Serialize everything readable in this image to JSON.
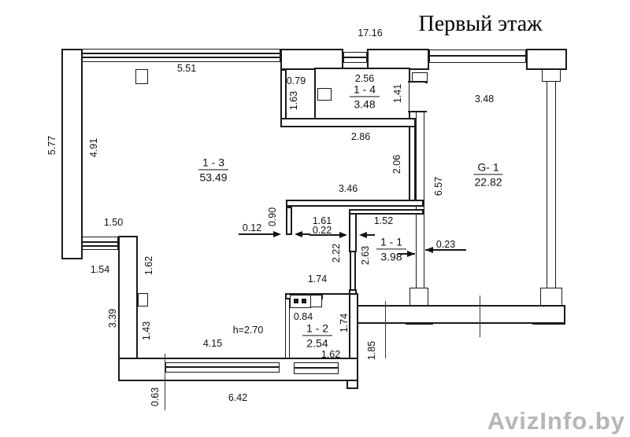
{
  "title": "Первый этаж",
  "watermark": "AvizInfo.by",
  "colors": {
    "line": "#1a1a1a",
    "watermark_gray": "#b6b6b6"
  },
  "rooms": {
    "r13": {
      "name": "1 - 3",
      "area": "53.49"
    },
    "r14": {
      "name": "1 - 4",
      "area": "3.48"
    },
    "r11": {
      "name": "1 - 1",
      "area": "3.98"
    },
    "r12": {
      "name": "1 - 2",
      "area": "2.54"
    },
    "g1": {
      "name": "G- 1",
      "area": "22.82"
    }
  },
  "dims": {
    "total_width": "17.16",
    "top_left_window": "5.51",
    "left_outer": "5.77",
    "left_inner": "4.91",
    "niche_width": "0.79",
    "niche_height": "1.63",
    "room14_width": "2.56",
    "door14": "1.41",
    "below14": "2.86",
    "g1_top": "3.48",
    "r13_right": "2.06",
    "g1_left_wall": "6.57",
    "r13_bottom": "3.46",
    "stub_len": "0.90",
    "stub_thick": "0.12",
    "hall_top": "1.61",
    "wall11_thick": "0.22",
    "room11_top": "1.52",
    "g1_wall_thick": "0.23",
    "hall_height": "2.22",
    "room11_left": "2.63",
    "left_window": "1.50",
    "below_window": "1.54",
    "col_upper": "1.62",
    "col_wall": "3.39",
    "col_inner": "1.43",
    "hall_bottom": "1.74",
    "room12_right": "1.74",
    "room12_top": "0.84",
    "room12_bottom": "1.62",
    "left_room_bottom": "4.15",
    "ceiling_height": "h=2.70",
    "porch": "1.85",
    "bottom_window": "6.42",
    "corner": "0.63"
  }
}
